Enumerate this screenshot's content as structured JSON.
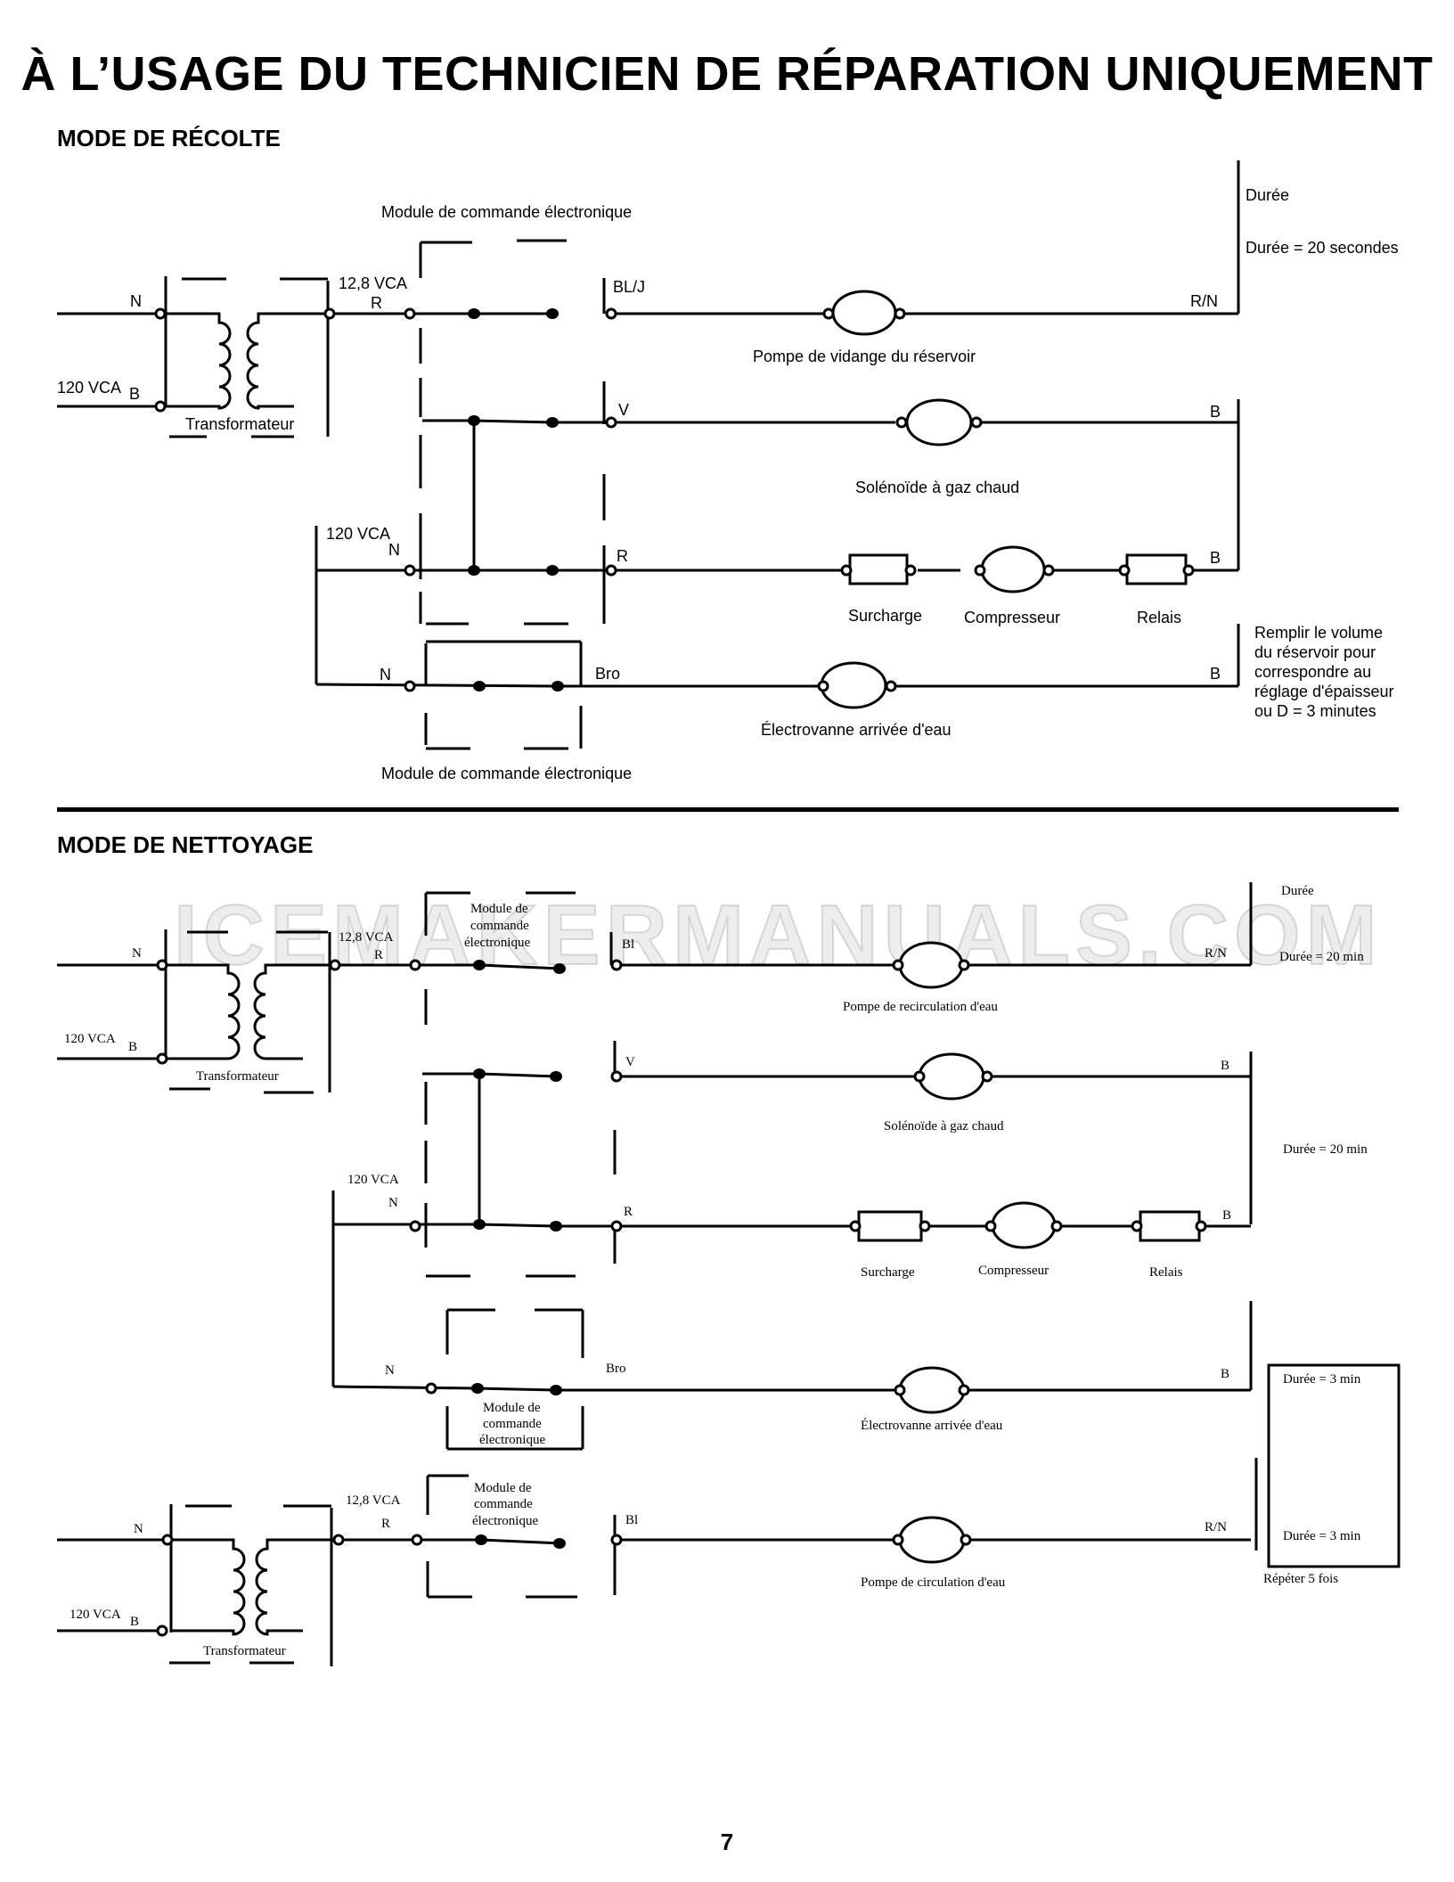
{
  "page_title": "À L’USAGE DU TECHNICIEN DE RÉPARATION UNIQUEMENT",
  "watermark": "ICEMAKERMANUALS.COM",
  "page_number": "7",
  "harvest": {
    "heading": "MODE DE RÉCOLTE",
    "module_top": "Module de commande électronique",
    "module_bottom": "Module de commande électronique",
    "line_n": "N",
    "supply_120": "120 VCA",
    "line_b": "B",
    "transformer": "Transformateur",
    "vca_128": "12,8 VCA",
    "wire_r": "R",
    "wire_blj": "BL/J",
    "wire_rn": "R/N",
    "pump": "Pompe de vidange du réservoir",
    "wire_v": "V",
    "wire_b1": "B",
    "solenoid": "Solénoïde à gaz chaud",
    "supply2": "120 VCA",
    "line_n2": "N",
    "wire_r2": "R",
    "wire_b2": "B",
    "overload": "Surcharge",
    "compressor": "Compresseur",
    "relay": "Relais",
    "line_n3": "N",
    "wire_bro": "Bro",
    "wire_b3": "B",
    "valve": "Électrovanne arrivée d'eau",
    "duration": "Durée",
    "duration_value": "Durée = 20 secondes",
    "fill_note": [
      "Remplir le volume",
      "du réservoir pour",
      "correspondre au",
      "réglage d'épaisseur",
      "ou D = 3 minutes"
    ]
  },
  "cleaning": {
    "heading": "MODE DE NETTOYAGE",
    "module1": [
      "Module de",
      "commande",
      "électronique"
    ],
    "line_n": "N",
    "supply_120": "120 VCA",
    "line_b": "B",
    "transformer": "Transformateur",
    "vca_128": "12,8 VCA",
    "wire_r": "R",
    "wire_bl": "Bl",
    "wire_rn": "R/N",
    "recirc_pump": "Pompe de recirculation d'eau",
    "duration": "Durée",
    "duration_20a": "Durée = 20 min",
    "wire_v": "V",
    "wire_b1": "B",
    "solenoid": "Solénoïde à gaz chaud",
    "duration_20b": "Durée = 20 min",
    "supply2": "120 VCA",
    "line_n2": "N",
    "wire_r2": "R",
    "wire_b2": "B",
    "overload": "Surcharge",
    "compressor": "Compresseur",
    "relay": "Relais",
    "line_n3": "N",
    "wire_bro": "Bro",
    "wire_b3": "B",
    "module2": [
      "Module de",
      "commande",
      "électronique"
    ],
    "valve": "Électrovanne arrivée d'eau",
    "duration_3a": "Durée = 3 min",
    "line_n4": "N",
    "supply3": "120 VCA",
    "line_b4": "B",
    "transformer2": "Transformateur",
    "vca_128b": "12,8 VCA",
    "wire_r4": "R",
    "module3": [
      "Module de",
      "commande",
      "électronique"
    ],
    "wire_bl2": "Bl",
    "wire_rn2": "R/N",
    "circ_pump": "Pompe de circulation d'eau",
    "duration_3b": "Durée = 3 min",
    "repeat": "Répéter 5 fois"
  }
}
